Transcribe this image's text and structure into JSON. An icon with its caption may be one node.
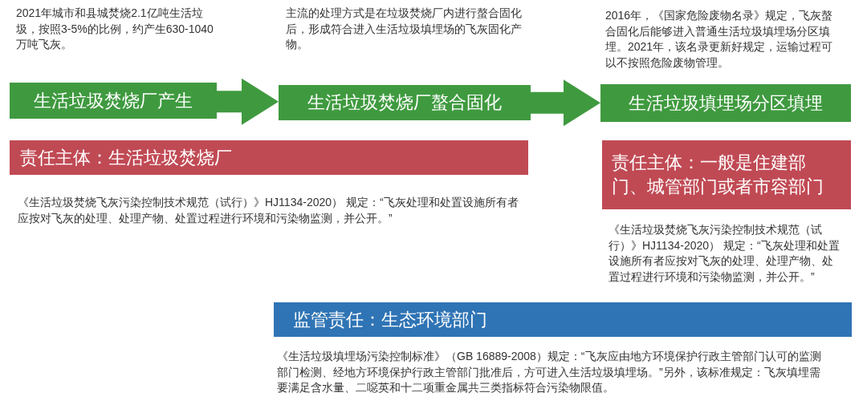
{
  "diagram": {
    "nodes": [
      {
        "text": [
          "生活垃圾焚烧厂产生"
        ],
        "beside": [
          "2021年城市和县城焚烧2.1亿吨生活垃圾，按照3-5%的比例，约产生630-1040万吨飞灰。"
        ]
      },
      {
        "text": [
          "生活垃圾焚烧厂螯合固化"
        ],
        "beside": [
          "主流的处理方式是在垃圾焚烧厂内进行螯合固化后，形成符合进入生活垃圾填埋场的飞灰固化产物。"
        ]
      },
      {
        "text": [
          "生活垃圾填埋场分区填埋"
        ],
        "beside": [
          "2016年，《国家危险废物名录》规定，飞灰螯合固化后能够进入普通生活垃圾填埋场分区填埋。2021年，该名录更新好规定，运输过程可以不按照危险废物管理。"
        ]
      },
      {
        "text": [
          "责任主体：生活垃圾焚烧厂"
        ],
        "beside": [
          "《生活垃圾焚烧飞灰污染控制技术规范（试行）》HJ1134-2020） 规定：“飞灰处理和处置设施所有者应按对飞灰的处理、处理产物、处置过程进行环境和污染物监测，并公开。”"
        ]
      },
      {
        "text": [
          "责任主体：一般是住建部门、城管部门或者市容部门"
        ],
        "beside": [
          "《生活垃圾焚烧飞灰污染控制技术规范（试行）》HJ1134-2020） 规定：“飞灰处理和处置设施所有者应按对飞灰的处理、处理产物、处置过程进行环境和污染物监测，并公开。”"
        ]
      },
      {
        "text": [
          "监管责任：生态环境部门"
        ],
        "beside": [
          "《生活垃圾填埋场污染控制标准》（GB 16889-2008）规定：“飞灰应由地方环境保护行政主管部门认可的监测部门检测、经地方环境保护行政主管部门批准后，方可进入生活垃圾填埋场。”另外，该标准规定：飞灰填埋需要满足含水量、二噁英和十二项重金属共三类指标符合污染物限值。"
        ]
      }
    ],
    "edges": [
      {
        "from": 0,
        "to": 1,
        "arrow": "to"
      },
      {
        "from": 1,
        "to": 2,
        "arrow": "to"
      }
    ]
  }
}
